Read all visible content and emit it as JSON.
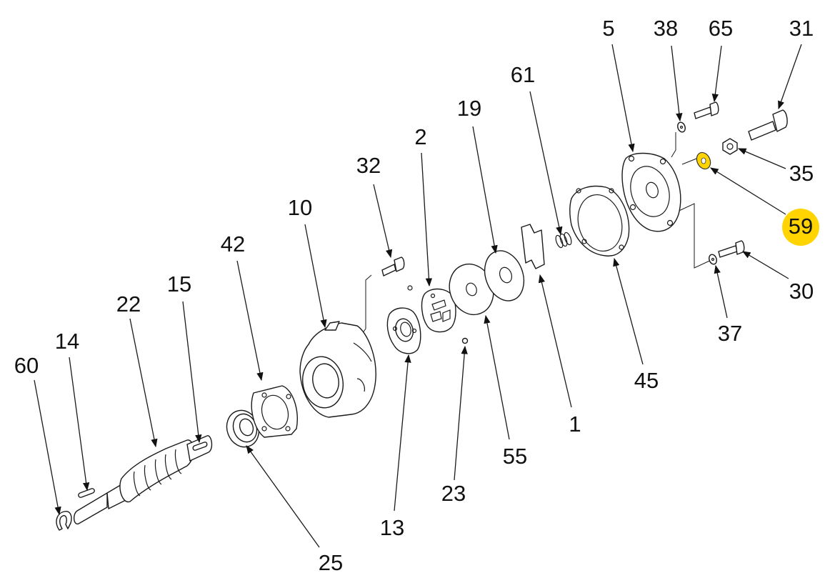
{
  "diagram": {
    "highlight_color": "#FFD400",
    "highlighted_part": "59",
    "callouts": [
      "60",
      "14",
      "22",
      "15",
      "42",
      "10",
      "32",
      "2",
      "19",
      "61",
      "5",
      "38",
      "65",
      "31",
      "35",
      "59",
      "30",
      "37",
      "45",
      "1",
      "55",
      "23",
      "13",
      "25"
    ]
  }
}
